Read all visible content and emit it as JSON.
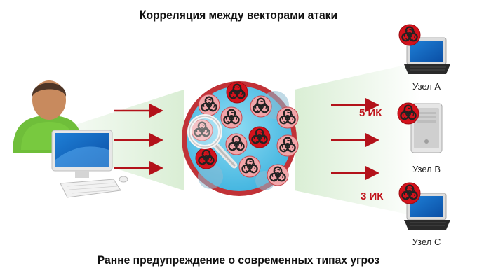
{
  "title": "Корреляция между векторами атаки",
  "subtitle": "Ранне предупреждение о современных типах угроз",
  "nodes": [
    {
      "label": "Узел А",
      "type": "laptop",
      "infected": true
    },
    {
      "label": "Узел В",
      "type": "tower",
      "infected": true,
      "ioc": "5 ИК"
    },
    {
      "label": "Узел С",
      "type": "laptop",
      "infected": true,
      "ioc": "3 ИК"
    }
  ],
  "icons": {
    "threat": "biohazard-icon",
    "analysis": "magnifier-icon",
    "source": "user-workstation-icon"
  },
  "colors": {
    "arrow": "#b3121a",
    "hazard_red": "#d4121c",
    "hazard_pink": "#f0a0a4",
    "sphere_blue": "#5cc6e8",
    "beam": "#dbeed7"
  }
}
